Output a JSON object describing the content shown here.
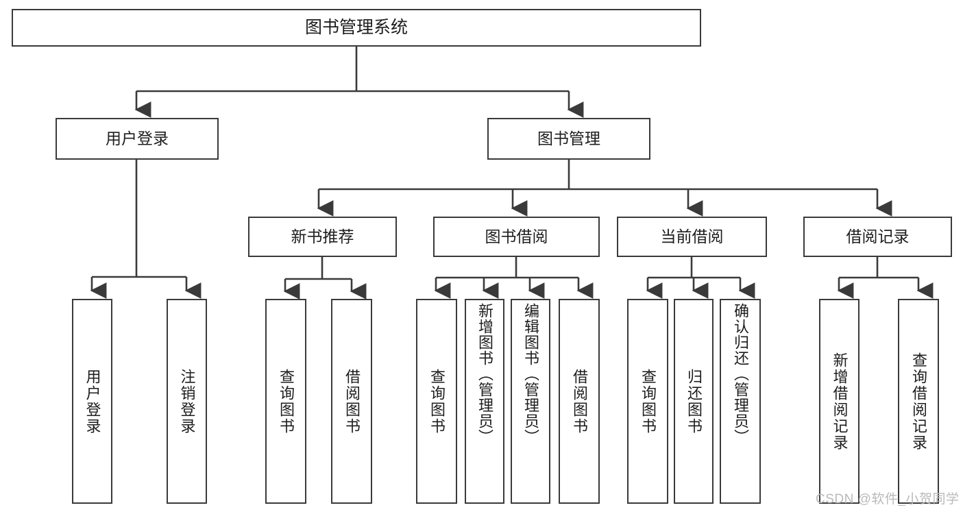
{
  "diagram": {
    "title_text": "图书管理系统",
    "type": "tree-hierarchy",
    "orientation": "top-down",
    "line_color": "#3a3a3a",
    "box_fill": "#ffffff",
    "text_color": "#1d1d1d",
    "watermark": "CSDN @软件_小贺同学",
    "watermark_color": "#b9b9b9"
  },
  "nodes": {
    "root": {
      "label": "图书管理系统"
    },
    "level1": [
      {
        "id": "user-login",
        "label": "用户登录"
      },
      {
        "id": "book-management",
        "label": "图书管理"
      }
    ],
    "level2": [
      {
        "id": "new-book-recommend",
        "label": "新书推荐"
      },
      {
        "id": "book-borrow",
        "label": "图书借阅"
      },
      {
        "id": "current-borrow",
        "label": "当前借阅"
      },
      {
        "id": "borrow-record",
        "label": "借阅记录"
      }
    ],
    "leaves": [
      {
        "id": "leaf-user-login",
        "label": "用户登录",
        "parent": "user-login"
      },
      {
        "id": "leaf-logout",
        "label": "注销登录",
        "parent": "user-login"
      },
      {
        "id": "leaf-query-book-1",
        "label": "查询图书",
        "parent": "new-book-recommend"
      },
      {
        "id": "leaf-borrow-book-1",
        "label": "借阅图书",
        "parent": "new-book-recommend"
      },
      {
        "id": "leaf-query-book-2",
        "label": "查询图书",
        "parent": "book-borrow"
      },
      {
        "id": "leaf-add-book",
        "label": "新增图书（管理员）",
        "parent": "book-borrow"
      },
      {
        "id": "leaf-edit-book",
        "label": "编辑图书（管理员）",
        "parent": "book-borrow"
      },
      {
        "id": "leaf-borrow-book-2",
        "label": "借阅图书",
        "parent": "book-borrow"
      },
      {
        "id": "leaf-query-book-3",
        "label": "查询图书",
        "parent": "current-borrow"
      },
      {
        "id": "leaf-return-book",
        "label": "归还图书",
        "parent": "current-borrow"
      },
      {
        "id": "leaf-confirm-return",
        "label": "确认归还（管理员）",
        "parent": "current-borrow"
      },
      {
        "id": "leaf-add-record",
        "label": "新增借阅记录",
        "parent": "borrow-record"
      },
      {
        "id": "leaf-query-record",
        "label": "查询借阅记录",
        "parent": "borrow-record"
      }
    ]
  }
}
